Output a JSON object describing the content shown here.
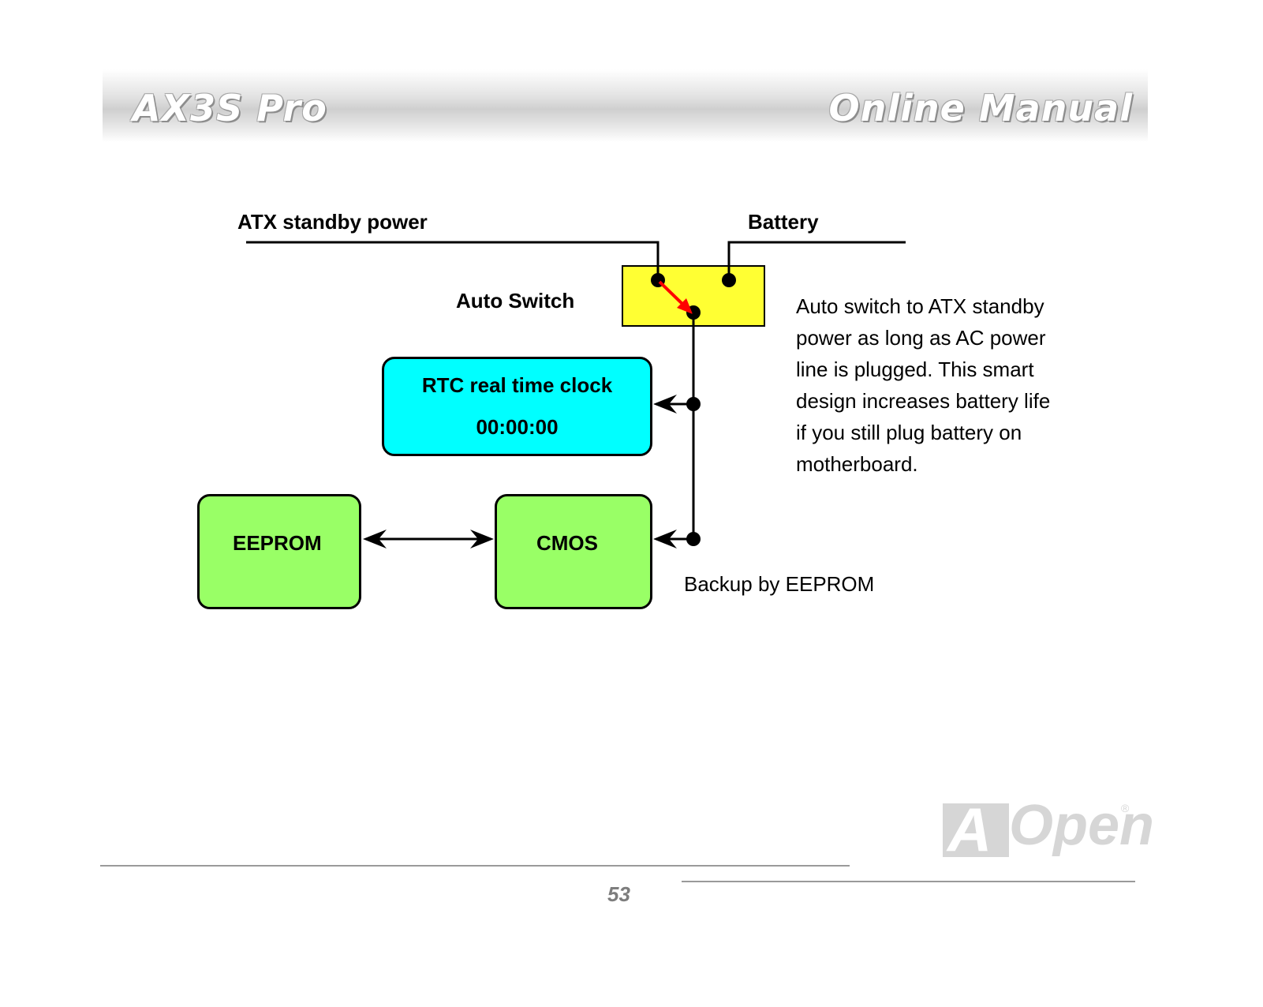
{
  "header": {
    "left_title": "AX3S Pro",
    "right_title": "Online Manual"
  },
  "diagram": {
    "atx_label": "ATX standby power",
    "battery_label": "Battery",
    "auto_switch_label": "Auto Switch",
    "rtc": {
      "title": "RTC real time clock",
      "time": "00:00:00"
    },
    "eeprom_label": "EEPROM",
    "cmos_label": "CMOS",
    "backup_label": "Backup by EEPROM",
    "description_lines": [
      "Auto switch to ATX standby",
      "power as long as AC power",
      "line is plugged. This smart",
      "design increases battery life",
      "if you still plug battery on",
      "motherboard."
    ],
    "colors": {
      "switch_box": "#ffff33",
      "rtc_box": "#00ffff",
      "memory_box": "#99ff66",
      "switch_arrow": "#ff0000"
    }
  },
  "footer": {
    "page_number": "53",
    "logo_a": "A",
    "logo_text": "Open",
    "logo_mark": "®"
  }
}
